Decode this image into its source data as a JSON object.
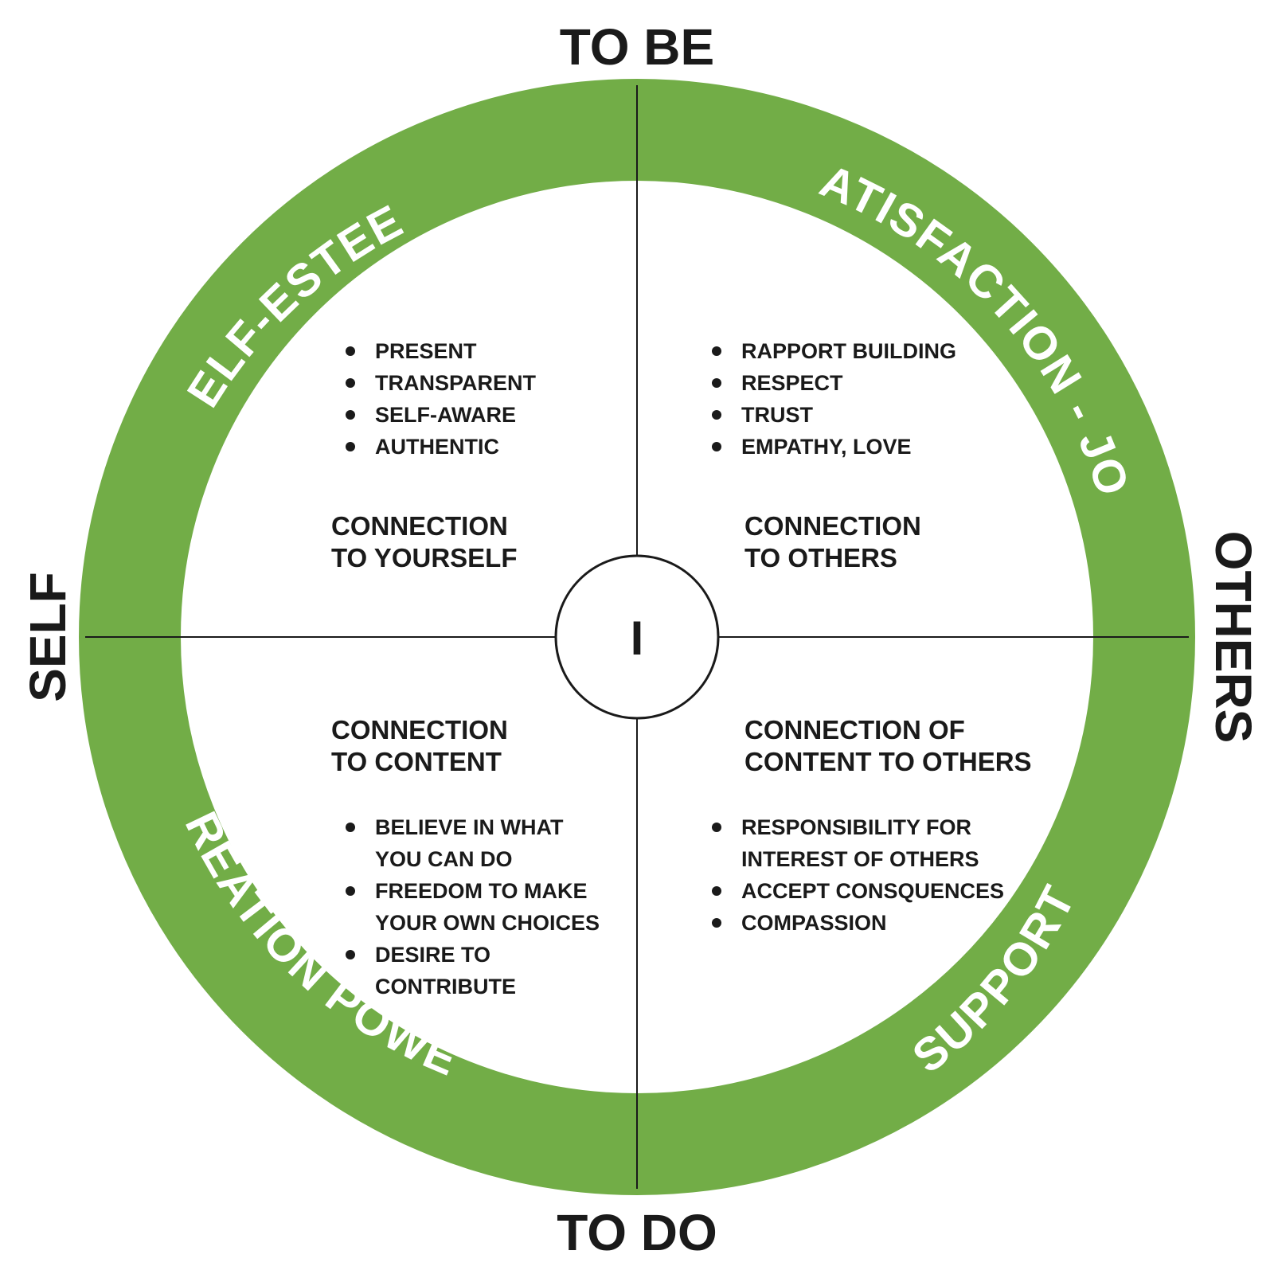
{
  "colors": {
    "ring": "#72ad47",
    "text": "#1a1a1a",
    "ring_text": "#ffffff"
  },
  "axes": {
    "top": "TO BE",
    "bottom": "TO DO",
    "left": "SELF",
    "right": "OTHERS"
  },
  "ring_labels": {
    "top_left": "SELF-ESTEEM",
    "top_right": "SATISFACTION - JOY",
    "bottom_left": "CREATION POWER",
    "bottom_right": "SUPPORT"
  },
  "center": "I",
  "quadrants": {
    "top_left": {
      "heading": [
        "CONNECTION",
        "TO YOURSELF"
      ],
      "bullets": [
        [
          "PRESENT"
        ],
        [
          "TRANSPARENT"
        ],
        [
          "SELF-AWARE"
        ],
        [
          "AUTHENTIC"
        ]
      ]
    },
    "top_right": {
      "heading": [
        "CONNECTION",
        "TO OTHERS"
      ],
      "bullets": [
        [
          "RAPPORT BUILDING"
        ],
        [
          "RESPECT"
        ],
        [
          "TRUST"
        ],
        [
          "EMPATHY, LOVE"
        ]
      ]
    },
    "bottom_left": {
      "heading": [
        "CONNECTION",
        "TO CONTENT"
      ],
      "bullets": [
        [
          "BELIEVE IN WHAT",
          "YOU CAN DO"
        ],
        [
          "FREEDOM TO MAKE",
          "YOUR OWN CHOICES"
        ],
        [
          "DESIRE TO",
          "CONTRIBUTE"
        ]
      ]
    },
    "bottom_right": {
      "heading": [
        "CONNECTION OF",
        "CONTENT TO OTHERS"
      ],
      "bullets": [
        [
          "RESPONSIBILITY FOR",
          "INTEREST OF OTHERS"
        ],
        [
          "ACCEPT CONSQUENCES"
        ],
        [
          "COMPASSION"
        ]
      ]
    }
  }
}
